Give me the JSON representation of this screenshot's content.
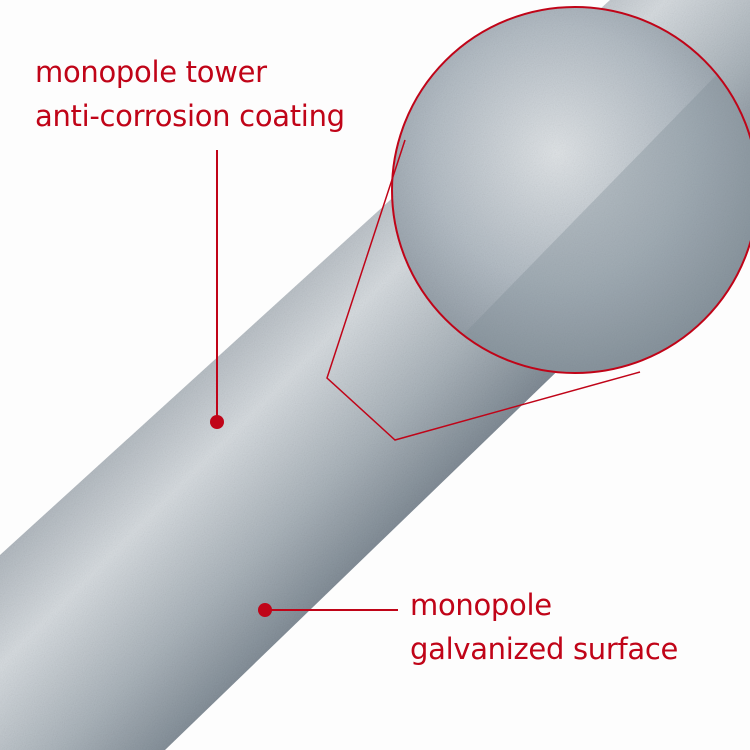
{
  "callouts": {
    "top": {
      "line1": "monopole tower",
      "line2": "anti-corrosion coating"
    },
    "bottom": {
      "line1": "monopole",
      "line2": "galvanized surface"
    }
  },
  "colors": {
    "accent": "#c00418",
    "steel": "#a9b2ba",
    "background": "#fdfdfd"
  }
}
